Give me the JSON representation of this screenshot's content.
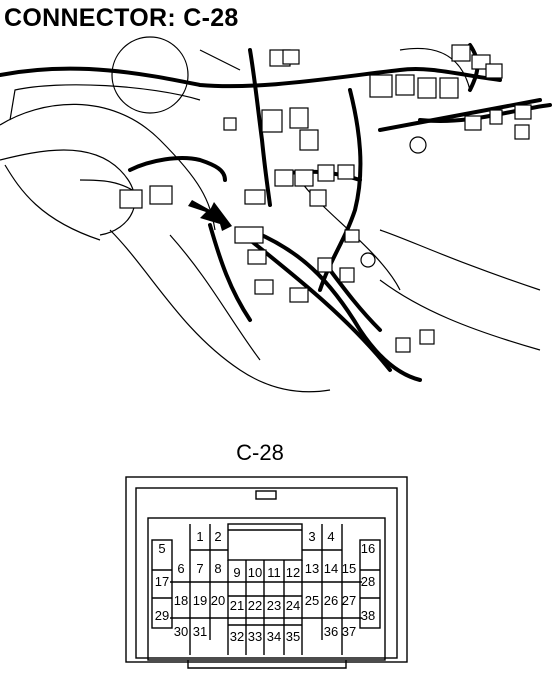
{
  "title": "CONNECTOR: C-28",
  "connector_label": "C-28",
  "pins": [
    "1",
    "2",
    "3",
    "4",
    "5",
    "6",
    "7",
    "8",
    "9",
    "10",
    "11",
    "12",
    "13",
    "14",
    "15",
    "16",
    "17",
    "18",
    "19",
    "20",
    "21",
    "22",
    "23",
    "24",
    "25",
    "26",
    "27",
    "28",
    "29",
    "30",
    "31",
    "32",
    "33",
    "34",
    "35",
    "36",
    "37",
    "38"
  ]
}
